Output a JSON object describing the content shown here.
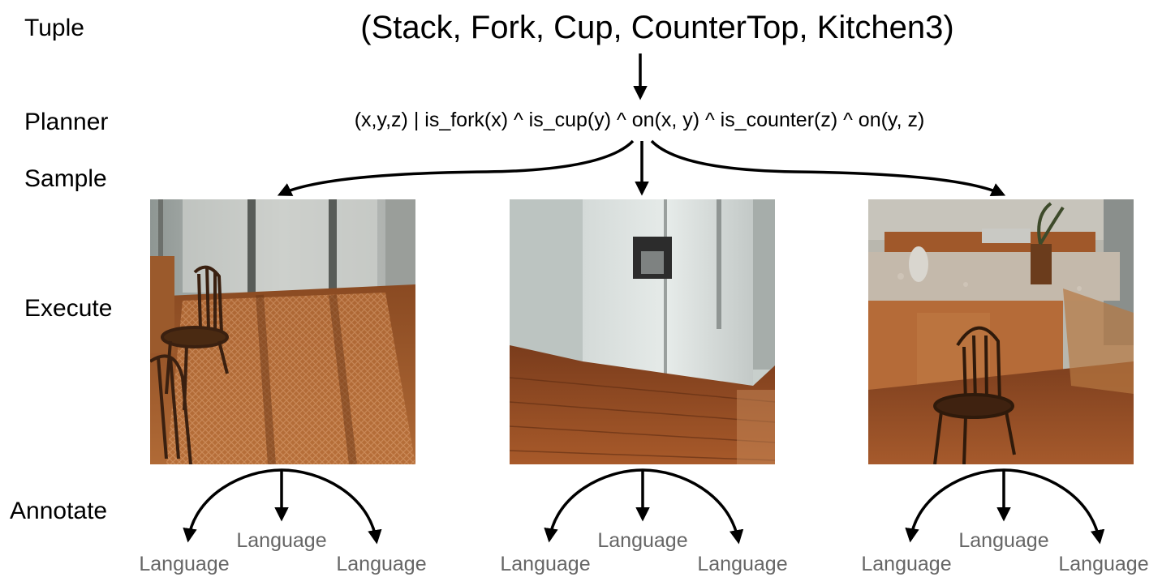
{
  "row_labels": {
    "tuple": "Tuple",
    "planner": "Planner",
    "sample": "Sample",
    "execute": "Execute",
    "annotate": "Annotate"
  },
  "tuple_text": "(Stack, Fork, Cup, CounterTop, Kitchen3)",
  "planner_text": "(x,y,z) | is_fork(x) ^ is_cup(y) ^ on(x, y) ^ is_counter(z) ^ on(y, z)",
  "annotations": [
    {
      "center": "Language",
      "left": "Language",
      "right": "Language"
    },
    {
      "center": "Language",
      "left": "Language",
      "right": "Language"
    },
    {
      "center": "Language",
      "left": "Language",
      "right": "Language"
    }
  ]
}
